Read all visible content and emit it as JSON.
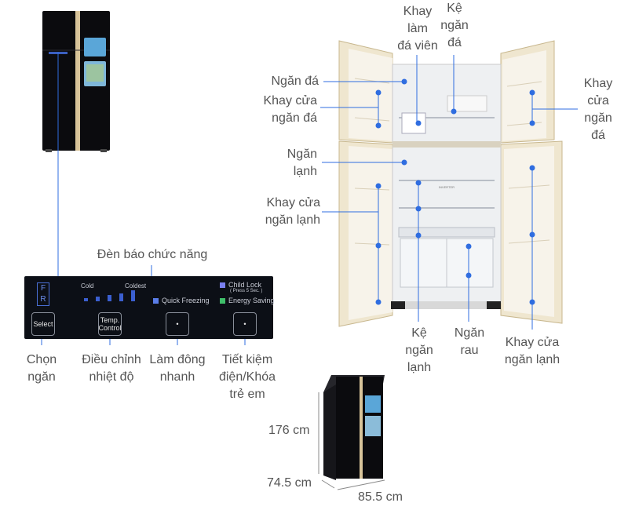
{
  "colors": {
    "dot": "#2f6de0",
    "line": "#2f6de0",
    "fridge_black": "#0b0b0e",
    "trim": "#d8c49a",
    "panel_bg": "#0c0f16"
  },
  "labels": {
    "khay_lam_da": "Khay\nlàm\nđá viên",
    "ke_ngan_da_top": "Kệ\nngăn\nđá",
    "ngan_da": "Ngăn đá",
    "khay_cua_ngan_da_left": "Khay cửa\nngăn đá",
    "khay_cua_ngan_da_right": "Khay\ncửa\nngăn\nđá",
    "ngan_lanh": "Ngăn\nlạnh",
    "khay_cua_ngan_lanh_left": "Khay cửa\nngăn lạnh",
    "den_bao": "Đèn báo chức năng",
    "ke_ngan_lanh": "Kệ\nngăn\nlạnh",
    "ngan_rau": "Ngăn\nrau",
    "khay_cua_ngan_lanh_right": "Khay cửa\nngăn lạnh",
    "chon_ngan": "Chọn\nngăn",
    "dieu_chinh": "Điều chỉnh\nnhiệt độ",
    "lam_dong": "Làm đông\nnhanh",
    "tiet_kiem": "Tiết kiệm\nđiện/Khóa\ntrẻ em"
  },
  "panel": {
    "f": "F",
    "r": "R",
    "cold": "Cold",
    "coldest": "Coldest",
    "child_lock": "Child Lock",
    "press": "( Press 5 Sec. )",
    "quick_freezing": "Quick Freezing",
    "energy_saving": "Energy Saving",
    "btn_select": "Select",
    "btn_temp": "Temp.\nControl",
    "btn_dot1": "•",
    "btn_dot2": "•"
  },
  "dimensions": {
    "height": "176 cm",
    "depth": "74.5 cm",
    "width": "85.5 cm"
  },
  "inner_print": {
    "brand": "INVERTER"
  }
}
